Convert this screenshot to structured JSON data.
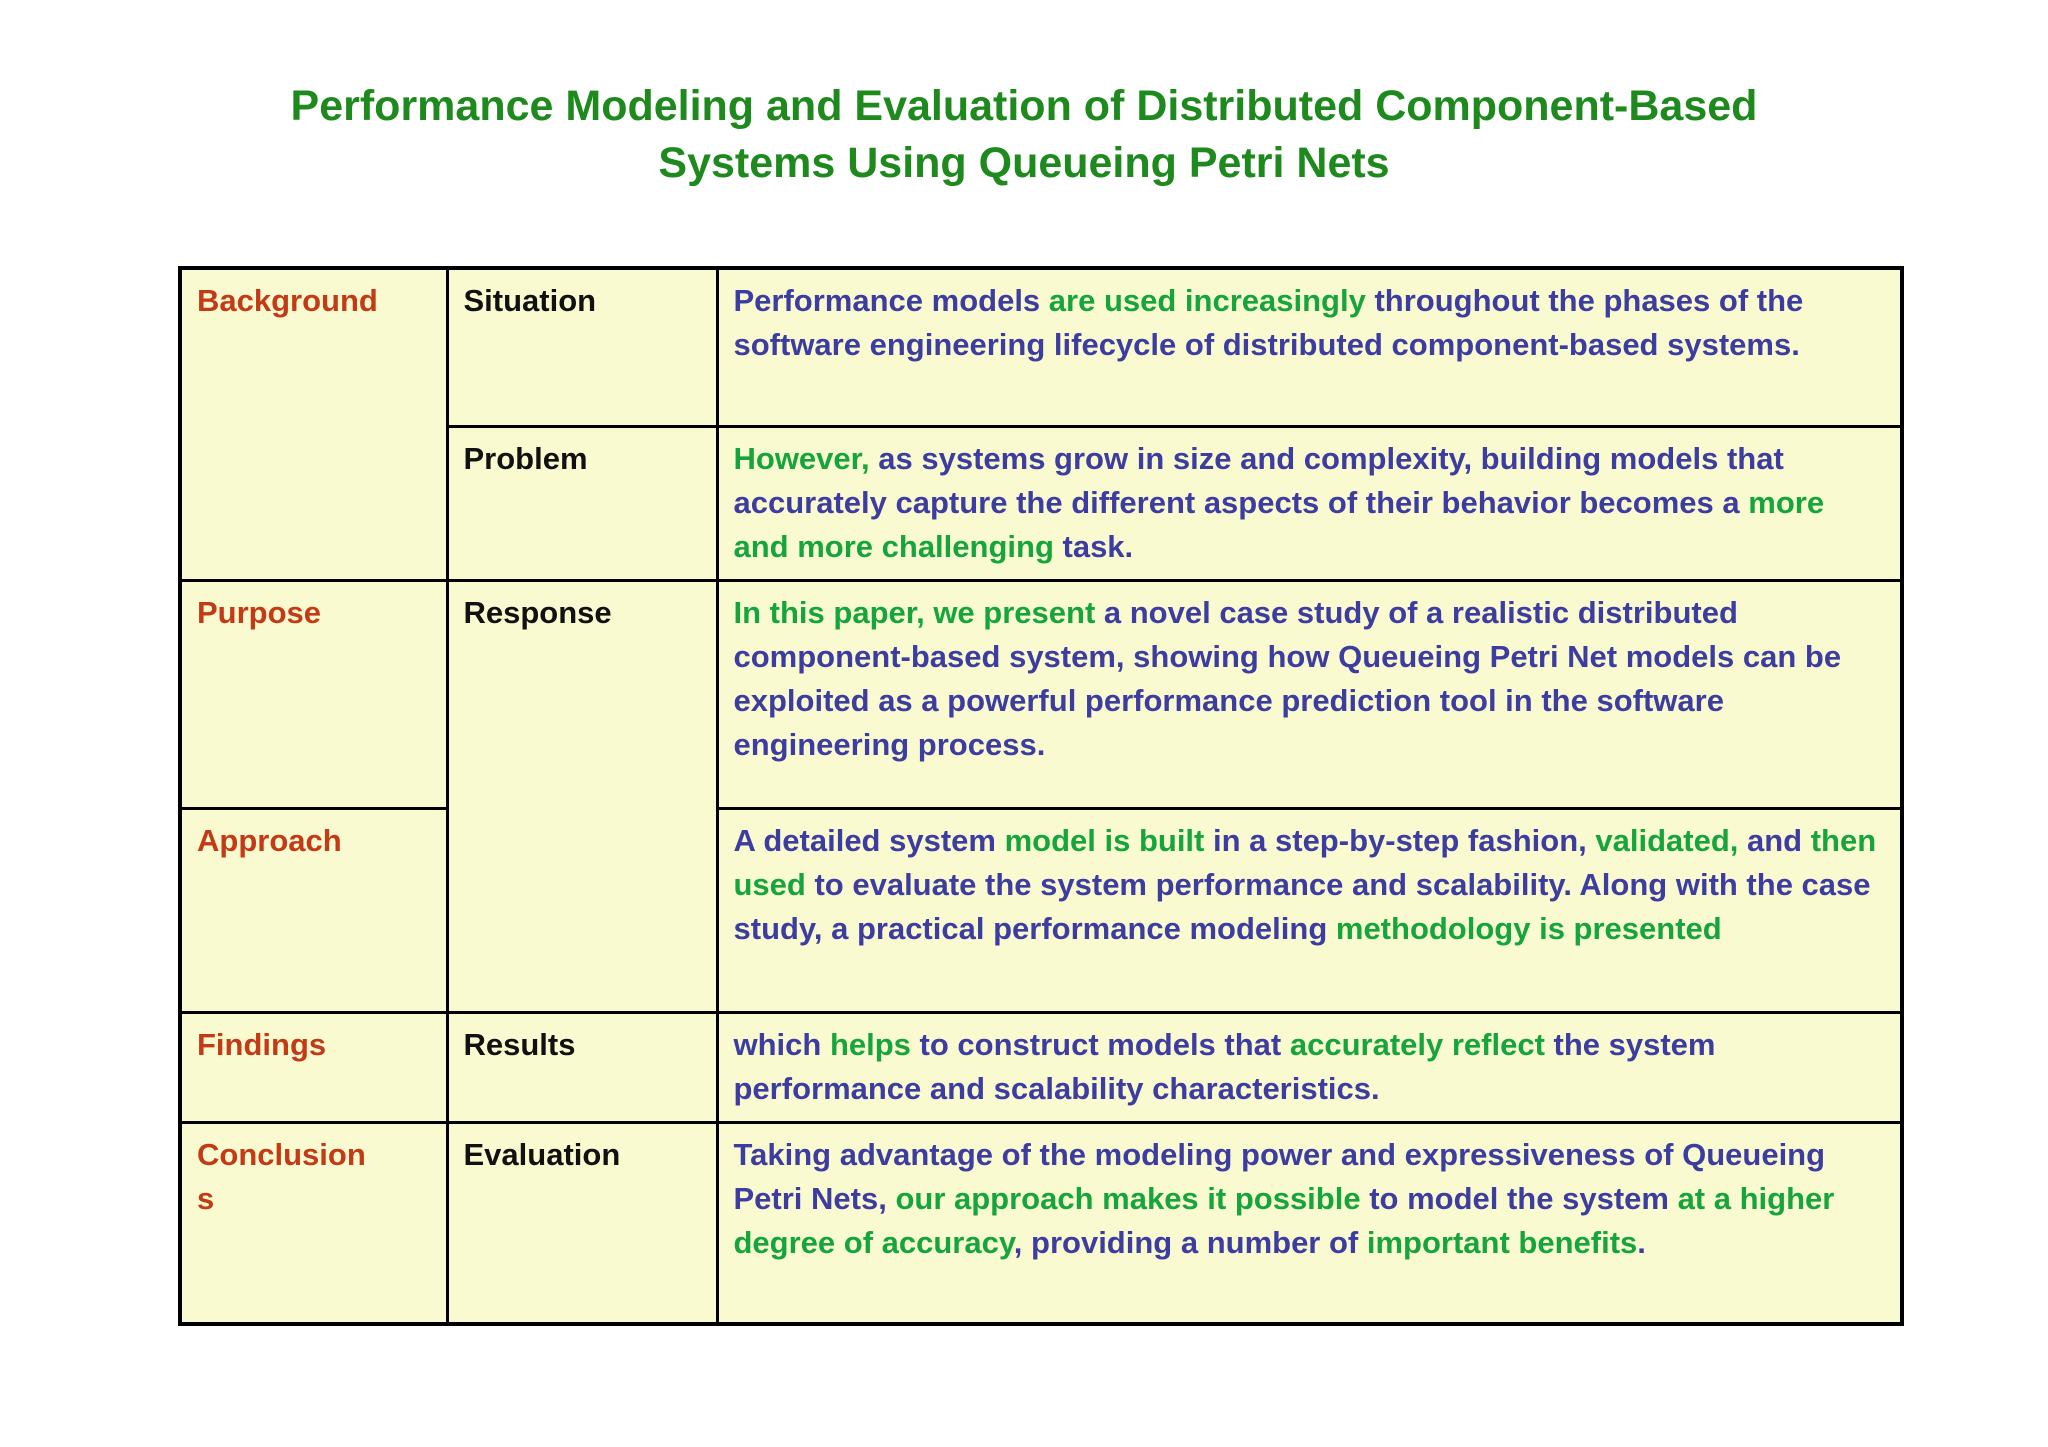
{
  "page": {
    "title_line1": "Performance Modeling and Evaluation of Distributed Component-Based",
    "title_line2": "Systems Using Queueing Petri Nets"
  },
  "colors": {
    "title_green": "#1e8a1e",
    "body_blue": "#3d3da1",
    "body_green": "#16a53c",
    "row_label_red": "#c33b16",
    "sub_label_black": "#111111",
    "cell_background": "#fafad0",
    "border": "#000000"
  },
  "table": {
    "rows": [
      {
        "row_label": "Background",
        "sub_label": "Situation",
        "segments": [
          {
            "text": "Performance models ",
            "color": "blue"
          },
          {
            "text": "are used increasingly ",
            "color": "green"
          },
          {
            "text": "throughout the phases of the software engineering lifecycle of distributed component-based systems.",
            "color": "blue"
          }
        ]
      },
      {
        "sub_label": "Problem",
        "segments": [
          {
            "text": "However, ",
            "color": "green"
          },
          {
            "text": "as systems grow in size and complexity, building models that accurately capture the different aspects of their behavior becomes a ",
            "color": "blue"
          },
          {
            "text": "more and more challenging ",
            "color": "green"
          },
          {
            "text": "task.",
            "color": "blue"
          }
        ]
      },
      {
        "row_label": "Purpose",
        "sub_label": "Response",
        "segments": [
          {
            "text": "In this paper, we present ",
            "color": "green"
          },
          {
            "text": "a novel case study of a realistic distributed component-based system, showing how Queueing Petri Net models can be exploited as a powerful performance prediction tool in the software engineering process.",
            "color": "blue"
          }
        ]
      },
      {
        "row_label": "Approach",
        "segments": [
          {
            "text": "A detailed system ",
            "color": "blue"
          },
          {
            "text": "model is built ",
            "color": "green"
          },
          {
            "text": "in a step-by-step fashion, ",
            "color": "blue"
          },
          {
            "text": "validated, ",
            "color": "green"
          },
          {
            "text": "and ",
            "color": "blue"
          },
          {
            "text": "then used ",
            "color": "green"
          },
          {
            "text": "to evaluate the system performance and scalability. Along with the case study, a practical performance modeling ",
            "color": "blue"
          },
          {
            "text": "methodology is presented",
            "color": "green"
          }
        ]
      },
      {
        "row_label": "Findings",
        "sub_label": "Results",
        "segments": [
          {
            "text": "which ",
            "color": "blue"
          },
          {
            "text": "helps ",
            "color": "green"
          },
          {
            "text": "to construct models that ",
            "color": "blue"
          },
          {
            "text": "accurately reflect ",
            "color": "green"
          },
          {
            "text": "the system performance and scalability characteristics.",
            "color": "blue"
          }
        ]
      },
      {
        "row_label": "Conclusion\ns",
        "sub_label": "Evaluation",
        "segments": [
          {
            "text": "Taking advantage of the modeling power and expressiveness of Queueing Petri Nets, ",
            "color": "blue"
          },
          {
            "text": "our approach makes it possible ",
            "color": "green"
          },
          {
            "text": "to model the system ",
            "color": "blue"
          },
          {
            "text": "at a higher degree of accuracy",
            "color": "green"
          },
          {
            "text": ", providing a number of ",
            "color": "blue"
          },
          {
            "text": "important benefits",
            "color": "green"
          },
          {
            "text": ".",
            "color": "blue"
          }
        ]
      }
    ]
  }
}
